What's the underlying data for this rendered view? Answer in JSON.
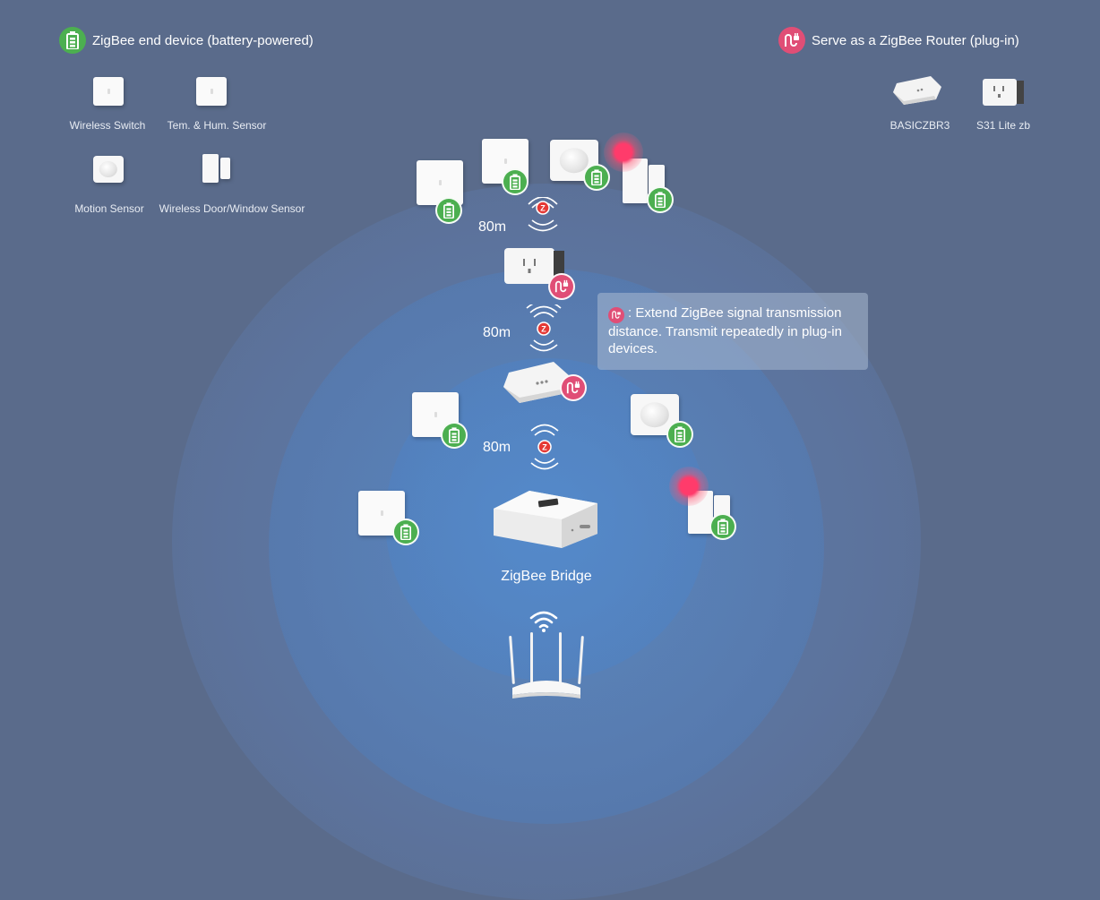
{
  "legend": {
    "end_device": {
      "title": "ZigBee end device (battery-powered)",
      "icon": "battery-icon",
      "color": "#4caf50"
    },
    "router": {
      "title": "Serve as a ZigBee Router (plug-in)",
      "icon": "plug-icon",
      "color": "#e04e76"
    }
  },
  "end_devices": [
    {
      "label": "Wireless Switch"
    },
    {
      "label": "Tem. & Hum. Sensor"
    },
    {
      "label": "Motion Sensor"
    },
    {
      "label": "Wireless Door/Window Sensor"
    }
  ],
  "routers": [
    {
      "label": "BASICZBR3"
    },
    {
      "label": "S31 Lite zb"
    }
  ],
  "distances": [
    "80m",
    "80m",
    "80m"
  ],
  "info": {
    "text": ": Extend ZigBee signal transmission distance. Transmit repeatedly in plug-in devices."
  },
  "bridge": {
    "label": "ZigBee Bridge"
  }
}
